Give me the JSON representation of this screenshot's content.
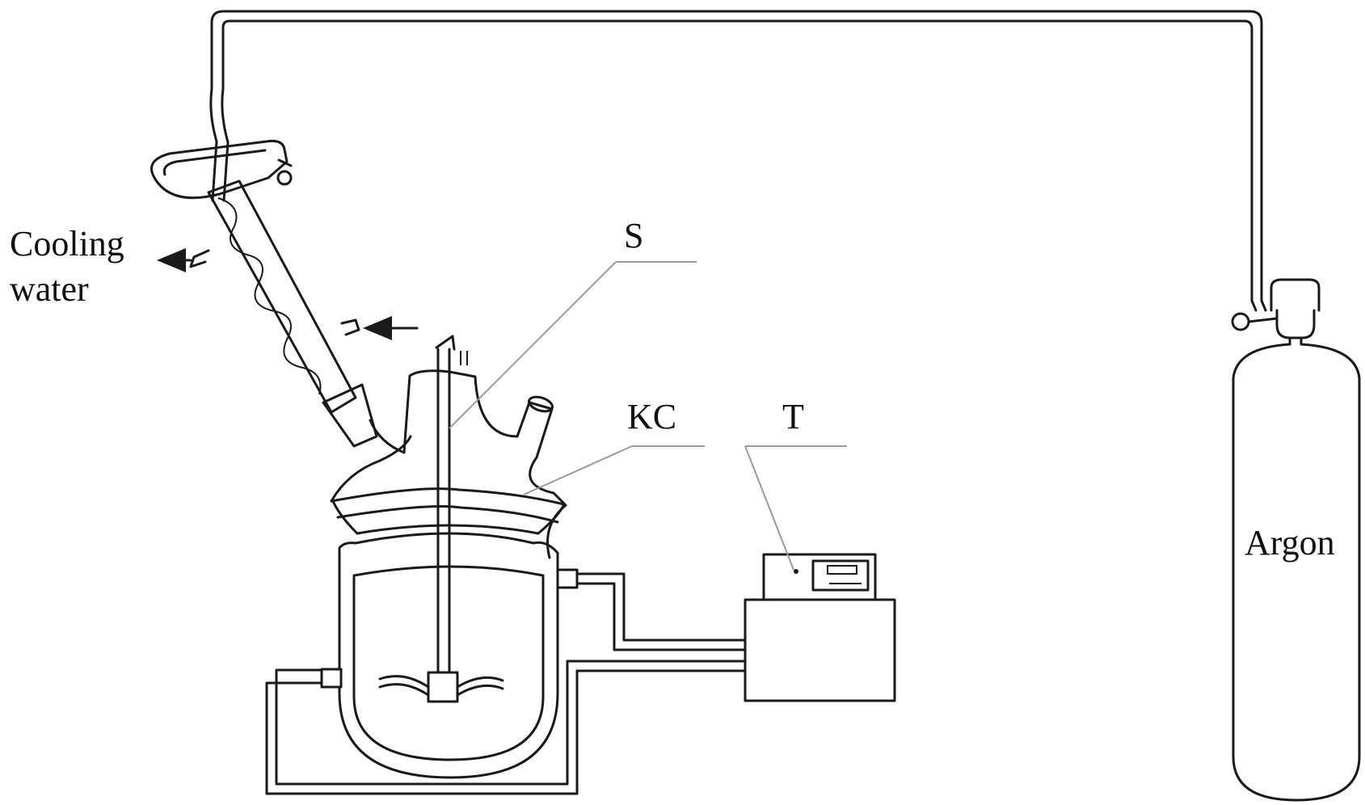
{
  "labels": {
    "cooling_water_line1": "Cooling",
    "cooling_water_line2": "water",
    "stirrer": "S",
    "reactor": "KC",
    "thermostat": "T",
    "gas_cylinder": "Argon"
  },
  "colors": {
    "line": "#1a1a1a",
    "leader": "#9a9a9a",
    "background": "#ffffff"
  }
}
